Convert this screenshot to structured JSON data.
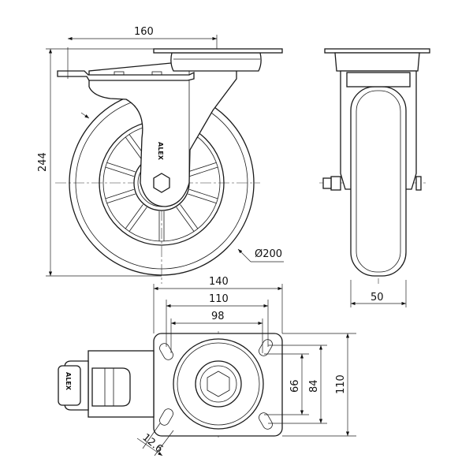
{
  "brand_logo": "ALEX",
  "dimensions": {
    "plate_to_brake_width": "160",
    "total_height": "244",
    "wheel_diameter": "Ø200",
    "wheel_width": "50",
    "plate_length": "140",
    "hole_spacing_long_outer": "110",
    "hole_spacing_long_inner": "98",
    "hole_spacing_short_inner": "66",
    "hole_spacing_short_outer": "84",
    "plate_width": "110",
    "slot_width": "12.6"
  }
}
